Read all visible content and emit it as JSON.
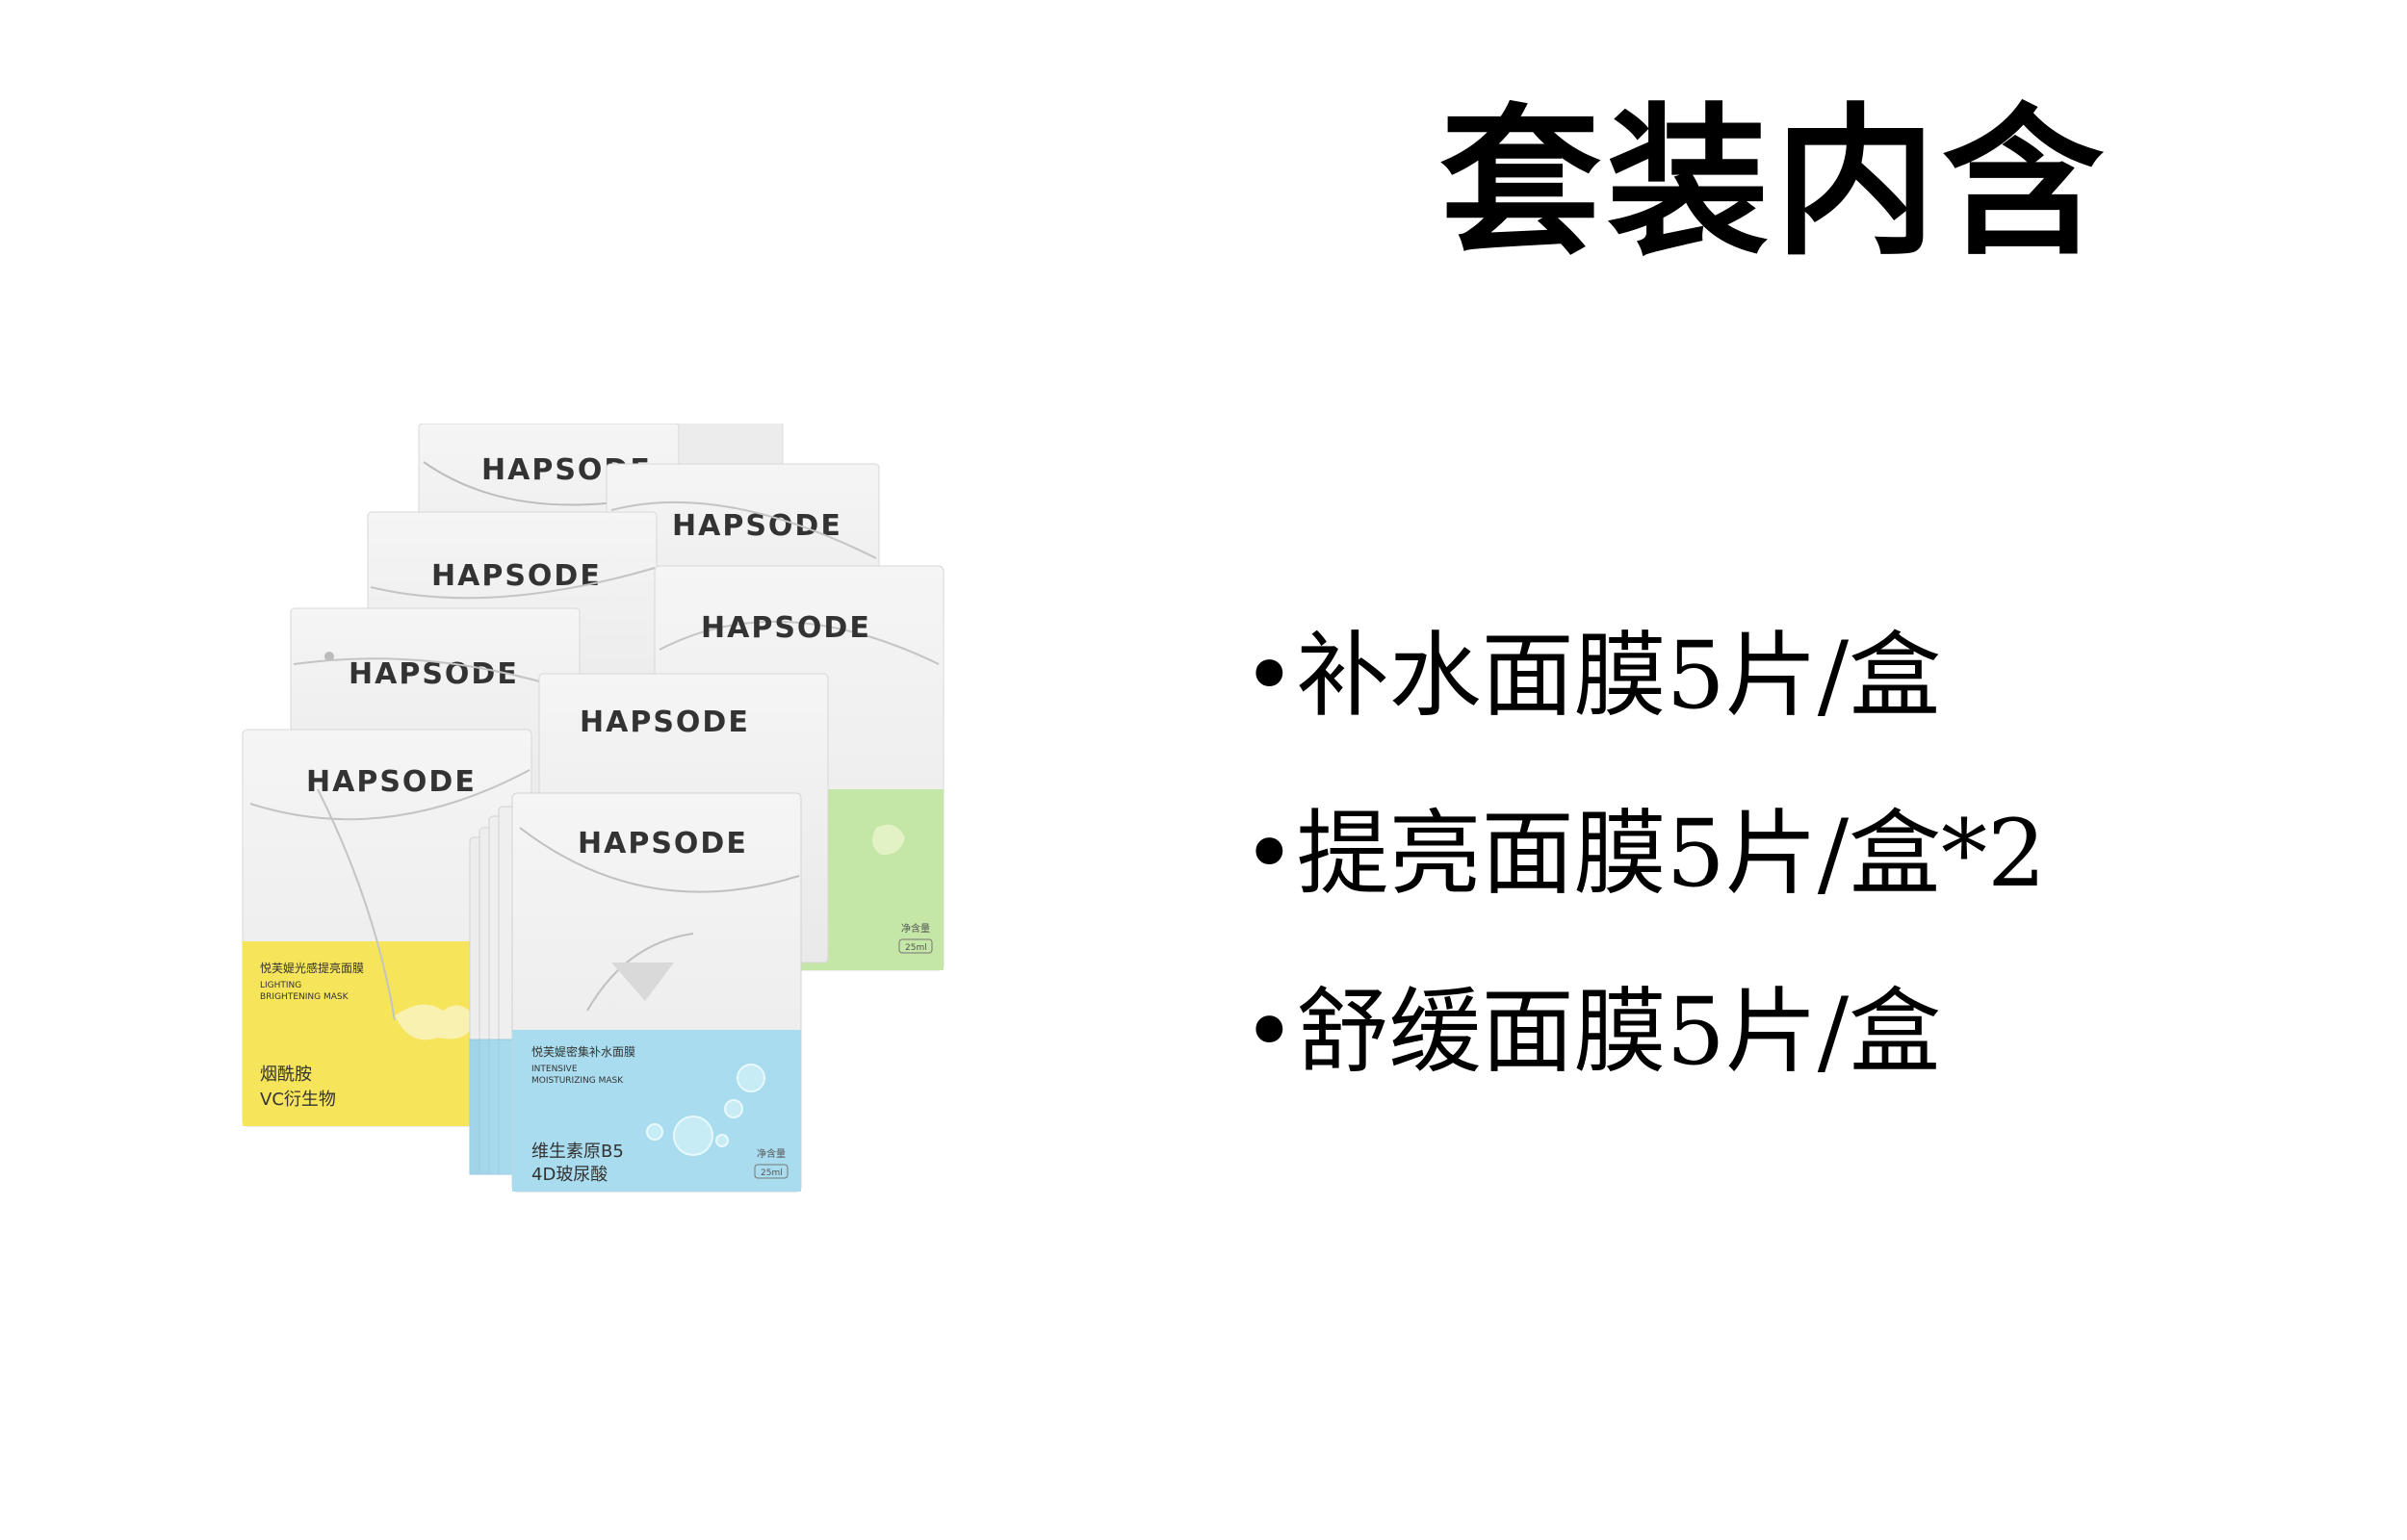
{
  "slide": {
    "title": "套装内含",
    "items": [
      {
        "bullet": "•",
        "text": "补水面膜5片/盒"
      },
      {
        "bullet": "•",
        "text": "提亮面膜5片/盒*2"
      },
      {
        "bullet": "•",
        "text": "舒缓面膜5片/盒"
      }
    ]
  },
  "product_image": {
    "brand": "HAPSODE",
    "yellow_mask": {
      "name_cn": "悦芙媞光感提亮面膜",
      "name_en_1": "LIGHTING",
      "name_en_2": "BRIGHTENING MASK",
      "ingredient_1": "烟酰胺",
      "ingredient_2": "VC衍生物"
    },
    "blue_mask": {
      "name_cn": "悦芙媞密集补水面膜",
      "name_en_1": "INTENSIVE",
      "name_en_2": "MOISTURIZING MASK",
      "ingredient_1": "维生素原B5",
      "ingredient_2": "4D玻尿酸",
      "volume_label": "净含量",
      "volume": "25ml"
    },
    "green_mask": {
      "volume_label": "净含量",
      "volume": "25ml"
    },
    "colors": {
      "yellow": "#f6e45a",
      "blue": "#a9dcee",
      "green": "#c4e6a6",
      "packet": "#f1f1f1"
    }
  }
}
